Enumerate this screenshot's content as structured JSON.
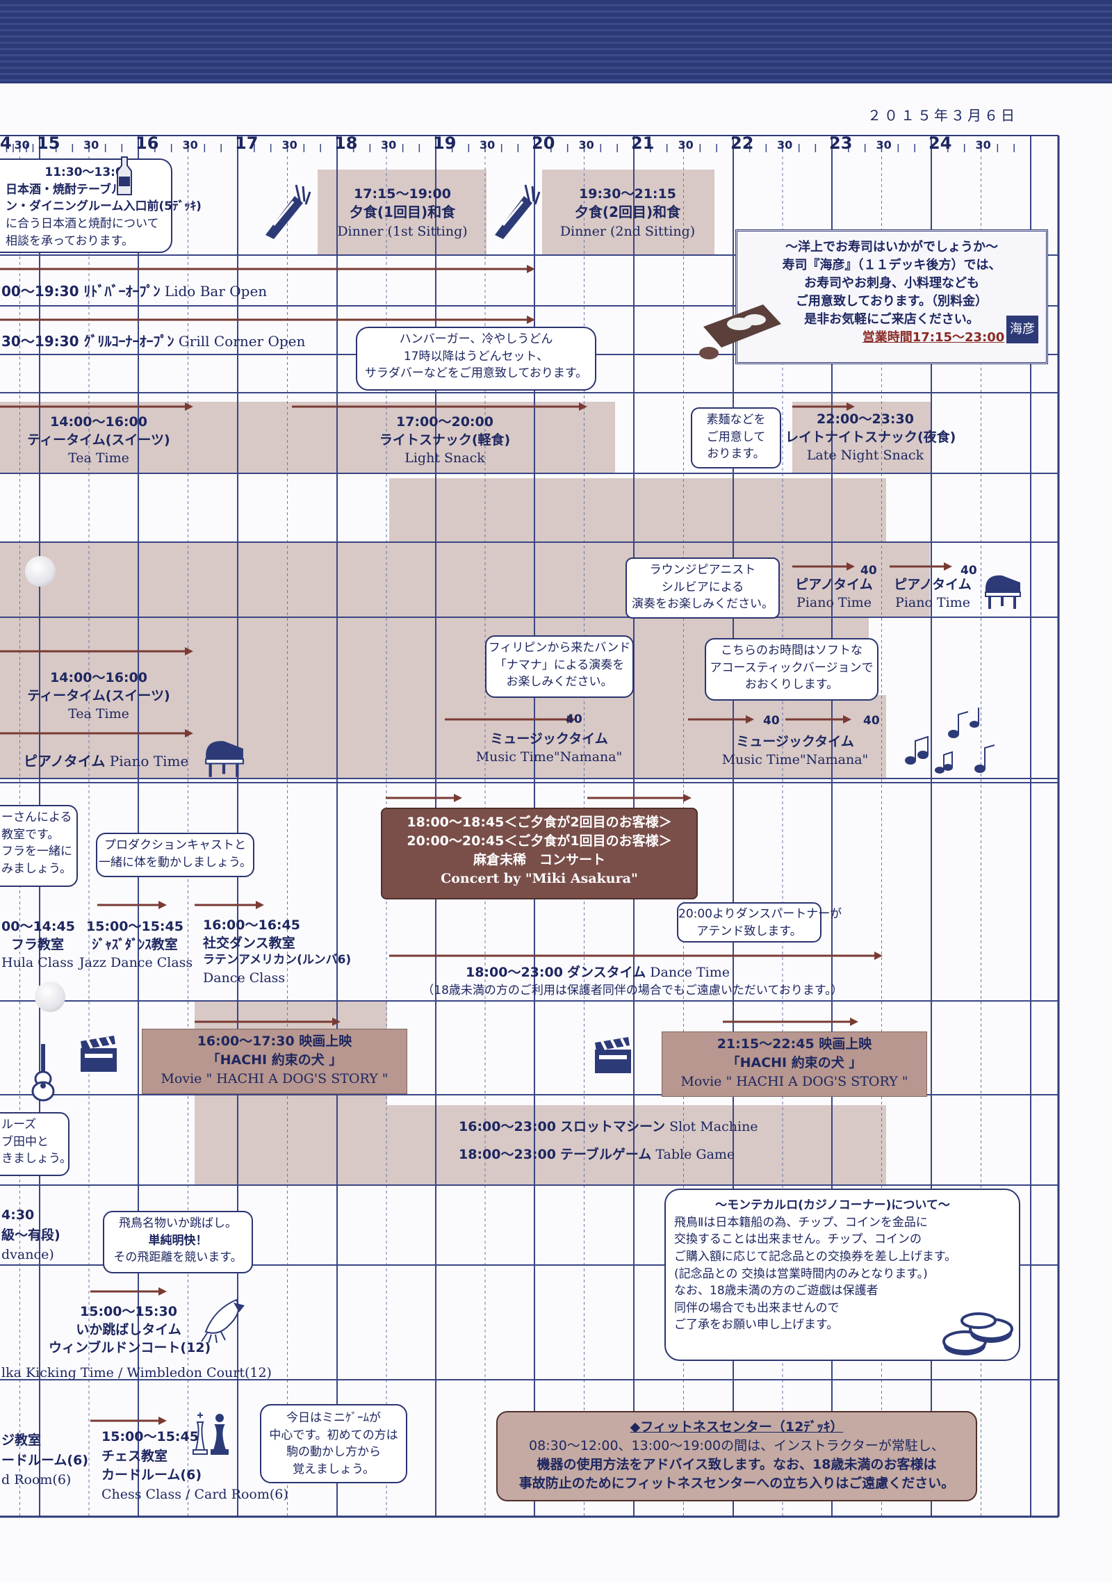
{
  "date": "２０１５年３月６日",
  "hours": [
    "4",
    "15",
    "16",
    "17",
    "18",
    "19",
    "20",
    "21",
    "22",
    "23",
    "24"
  ],
  "half_label": "30",
  "events": {
    "sake_time": "11:30〜13:00",
    "sake_l1": "日本酒・焼酎テーブル",
    "sake_l2": "ン・ダイニングルーム入口前(5ﾃﾞｯｷ)",
    "sake_l3": "に合う日本酒と焼酎について",
    "sake_l4": "相談を承っております。",
    "dinner1_time": "17:15〜19:00",
    "dinner1_jp": "夕食(1回目)和食",
    "dinner1_en": "Dinner (1st Sitting)",
    "dinner2_time": "19:30〜21:15",
    "dinner2_jp": "夕食(2回目)和食",
    "dinner2_en": "Dinner (2nd Sitting)",
    "sushi_l1": "〜洋上でお寿司はいかがでしょうか〜",
    "sushi_l2": "寿司『海彦』（１１デッキ後方）では、",
    "sushi_l3": "お寿司やお刺身、小料理なども",
    "sushi_l4": "ご用意致しております。（別料金）",
    "sushi_l5": "是非お気軽にご来店ください。",
    "sushi_hours": "営業時間17:15〜23:00",
    "sushi_logo": "海彦",
    "lido_jp": "00〜19:30 ﾘﾄﾞﾊﾞｰｵｰﾌﾟﾝ",
    "lido_en": "Lido Bar Open",
    "grill_jp": "30〜19:30 ｸﾞﾘﾙｺｰﾅｰｵｰﾌﾟﾝ",
    "grill_en": "Grill Corner Open",
    "burger_l1": "ハンバーガー、冷やしうどん",
    "burger_l2": "17時以降はうどんセット、",
    "burger_l3": "サラダバーなどをご用意致しております。",
    "tea1_time": "14:00〜16:00",
    "tea1_jp": "ティータイム(スイーツ)",
    "tea1_en": "Tea Time",
    "snack_time": "17:00〜20:00",
    "snack_jp": "ライトスナック(軽食)",
    "snack_en": "Light Snack",
    "somen_l1": "素麺などを",
    "somen_l2": "ご用意して",
    "somen_l3": "おります。",
    "late_time": "22:00〜23:30",
    "late_jp": "レイトナイトスナック(夜食)",
    "late_en": "Late Night Snack",
    "pianist_l1": "ラウンジピアニスト",
    "pianist_l2": "シルビアによる",
    "pianist_l3": "演奏をお楽しみください。",
    "min40": "40",
    "piano_jp": "ピアノタイム",
    "piano_en": "Piano Time",
    "band_l1": "フィリピンから来たバンド",
    "band_l2": "「ナマナ」による演奏を",
    "band_l3": "お楽しみください。",
    "acoustic_l1": "こちらのお時間はソフトな",
    "acoustic_l2": "アコースティックバージョンで",
    "acoustic_l3": "おおくりします。",
    "tea2_time": "14:00〜16:00",
    "tea2_jp": "ティータイム(スイーツ)",
    "tea2_en": "Tea Time",
    "piano2_jp": "ピアノタイム",
    "piano2_en": "Piano Time",
    "music_jp": "ミュージックタイム",
    "music_en": "Music Time\"Namana\"",
    "hula_note_l1": "ーさんによる",
    "hula_note_l2": "教室です。",
    "hula_note_l3": "フラを一緒に",
    "hula_note_l4": "みましょう。",
    "prod_l1": "プロダクションキャストと",
    "prod_l2": "一緒に体を動かしましょう。",
    "concert_l1": "18:00〜18:45＜ご夕食が2回目のお客様＞",
    "concert_l2": "20:00〜20:45＜ご夕食が1回目のお客様＞",
    "concert_l3": "麻倉未稀　コンサート",
    "concert_l4": "Concert by \"Miki Asakura\"",
    "partner_l1": "20:00よりダンスパートナーが",
    "partner_l2": "アテンド致します。",
    "hula_time": "00〜14:45",
    "hula_jp": "フラ教室",
    "hula_en": "Hula Class",
    "jazz_time": "15:00〜15:45",
    "jazz_jp": "ｼﾞｬｽﾞﾀﾞﾝｽ教室",
    "jazz_en": "Jazz Dance Class",
    "social_time": "16:00〜16:45",
    "social_jp": "社交ダンス教室",
    "social_sub": "ラテンアメリカン(ルンバ6)",
    "social_en": "Dance Class",
    "dance_time": "18:00〜23:00",
    "dance_jp": "ダンスタイム",
    "dance_en": "Dance Time",
    "dance_note": "（18歳未満の方のご利用は保護者同伴の場合でもご遠慮いただいております。）",
    "movie1_time": "16:00〜17:30  映画上映",
    "movie1_jp": "「HACHI  約束の犬  」",
    "movie1_en": "Movie \" HACHI A DOG'S STORY \"",
    "movie2_time": "21:15〜22:45  映画上映",
    "movie2_jp": "「HACHI  約束の犬  」",
    "movie2_en": "Movie \" HACHI A DOG'S STORY \"",
    "ukulele_l1": "ルーズ",
    "ukulele_l2": "ブ田中と",
    "ukulele_l3": "きましょう。",
    "slot_time": "16:00〜23:00",
    "slot_jp": "スロットマシーン",
    "slot_en": "Slot Machine",
    "table_time": "18:00〜23:00",
    "table_jp": "テーブルゲーム",
    "table_en": "Table Game",
    "casino_title": "〜モンテカルロ(カジノコーナー)について〜",
    "casino_l1": "飛鳥Ⅱは日本籍船の為、チップ、コインを金品に",
    "casino_l2": "交換することは出来ません。チップ、コインの",
    "casino_l3": "ご購入額に応じて記念品との交換券を差し上げます。",
    "casino_l4": "(記念品との  交換は営業時間内のみとなります。)",
    "casino_l5": "なお、18歳未満の方のご遊戯は保護者",
    "casino_l6": "同伴の場合でも出来ませんので",
    "casino_l7": "ご了承をお願い申し上げます。",
    "left_a1": "4:30",
    "left_a2": "級〜有段)",
    "left_a3": "dvance)",
    "ika_note_l1": "飛鳥名物いか跳ばし。",
    "ika_note_l2": "単純明快！",
    "ika_note_l3": "その飛距離を競います。",
    "ika_time": "15:00〜15:30",
    "ika_jp": "いか跳ばしタイム",
    "ika_place": "ウィンブルドンコート(12)",
    "ika_en": "lka Kicking Time / Wimbledon Court(12)",
    "left_c1": "ジ教室",
    "left_c2": "ードルーム(6)",
    "left_c3": "d Room(6)",
    "chess_time": "15:00〜15:45",
    "chess_jp": "チェス教室",
    "chess_place": "カードルーム(6)",
    "chess_en": "Chess Class / Card Room(6)",
    "mini_l1": "今日はミニｹﾞｰﾑが",
    "mini_l2": "中心です。初めての方は",
    "mini_l3": "駒の動かし方から",
    "mini_l4": "覚えましょう。",
    "fit_title": "◆フィットネスセンター（12ﾃﾞｯｷ）",
    "fit_l1": "08:30〜12:00、13:00〜19:00の間は、インストラクターが常駐し、",
    "fit_l2": "機器の使用方法をアドバイス致します。なお、18歳未満のお客様は",
    "fit_l3": "事故防止のためにフィットネスセンターへの立ち入りはご遠慮ください。"
  },
  "colors": {
    "navy": "#2d3a78",
    "grid": "#3a4585",
    "shade": "#d8c9c6",
    "arrow": "#7a3a34",
    "dark_box": "#7a4f4a"
  }
}
